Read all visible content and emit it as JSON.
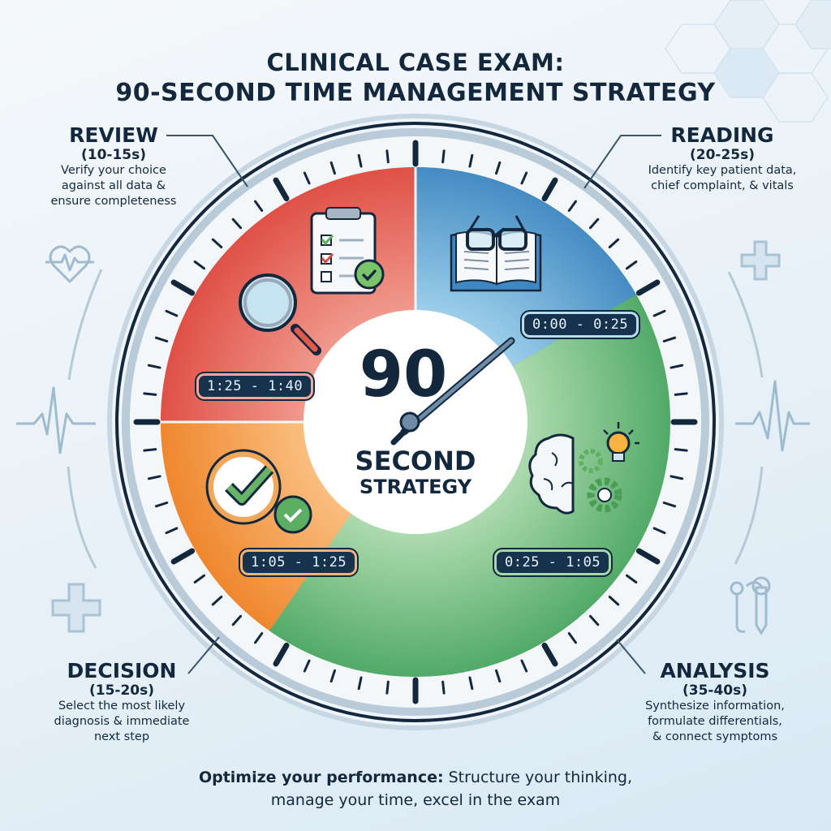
{
  "header": {
    "title_line1": "CLINICAL CASE EXAM:",
    "title_line2": "90-SECOND TIME MANAGEMENT STRATEGY"
  },
  "center": {
    "number": "90",
    "label1": "SECOND",
    "label2": "STRATEGY"
  },
  "phases": [
    {
      "name": "REVIEW",
      "duration": "(10-15s)",
      "description_lines": [
        "Verify your choice",
        "against all data &",
        "ensure completeness"
      ],
      "timer": "1:25 - 1:40",
      "color": "#e0574c",
      "icon": "clipboard-checklist-magnifier-icon"
    },
    {
      "name": "READING",
      "duration": "(20-25s)",
      "description_lines": [
        "Identify key patient data,",
        "chief complaint, & vitals"
      ],
      "timer": "0:00 - 0:25",
      "color": "#4a94c8",
      "icon": "book-glasses-icon"
    },
    {
      "name": "DECISION",
      "duration": "(15-20s)",
      "description_lines": [
        "Select the most likely",
        "diagnosis & immediate",
        "next step"
      ],
      "timer": "1:05 - 1:25",
      "color": "#ef8c33",
      "icon": "checkmark-circle-icon"
    },
    {
      "name": "ANALYSIS",
      "duration": "(35-40s)",
      "description_lines": [
        "Synthesize information,",
        "formulate differentials,",
        "& connect symptoms"
      ],
      "timer": "0:25 - 1:05",
      "color": "#5cb071",
      "icon": "brain-gears-lightbulb-icon"
    }
  ],
  "footer": {
    "bold": "Optimize your performance:",
    "line1_rest": " Structure your thinking,",
    "line2": "manage your time, excel in the exam"
  },
  "decor": {
    "left_icons": [
      "heart-pulse-icon",
      "ecg-line-icon",
      "medical-cross-icon"
    ],
    "right_icons": [
      "medical-cross-icon",
      "ecg-line-icon",
      "stethoscope-icon"
    ]
  }
}
